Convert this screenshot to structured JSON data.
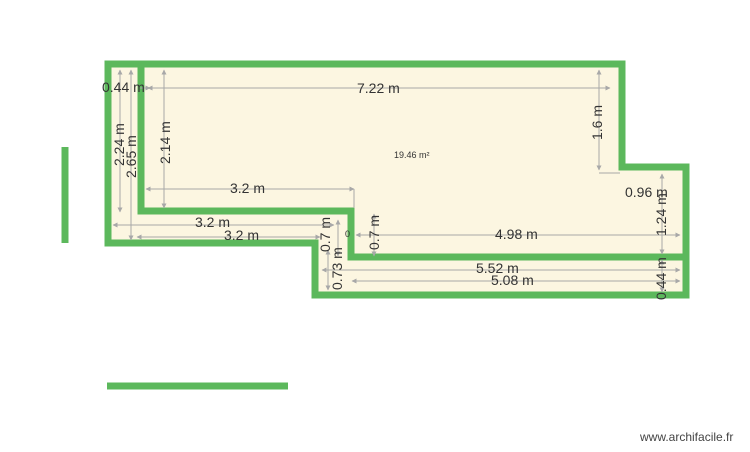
{
  "colors": {
    "wall": "#5cb85c",
    "floor": "#fcf6e1",
    "dimension": "#a8a8a8",
    "text": "#333333"
  },
  "room": {
    "area": "19.46 m²"
  },
  "dimensions": {
    "top_length": "7.22 m",
    "top_left_small": "0.44 m",
    "left_outer": "2.65 m",
    "left_mid": "2.24 m",
    "left_inner": "2.14 m",
    "right_upper": "1.6 m",
    "step_width": "0.96 m",
    "right_lower": "1.24 m",
    "right_bottom": "0.44 m",
    "inner_width": "3.2 m",
    "bottom_left_1": "3.2 m",
    "bottom_left_2": "3.2 m",
    "notch_a": "0.7 m",
    "notch_b": "0.73 m",
    "notch_c": "0.7 m",
    "lower_inner": "4.98 m",
    "lower_mid": "5.52 m",
    "lower_outer": "5.08 m",
    "tiny_mark": "0"
  },
  "watermark": "www.archifacile.fr"
}
